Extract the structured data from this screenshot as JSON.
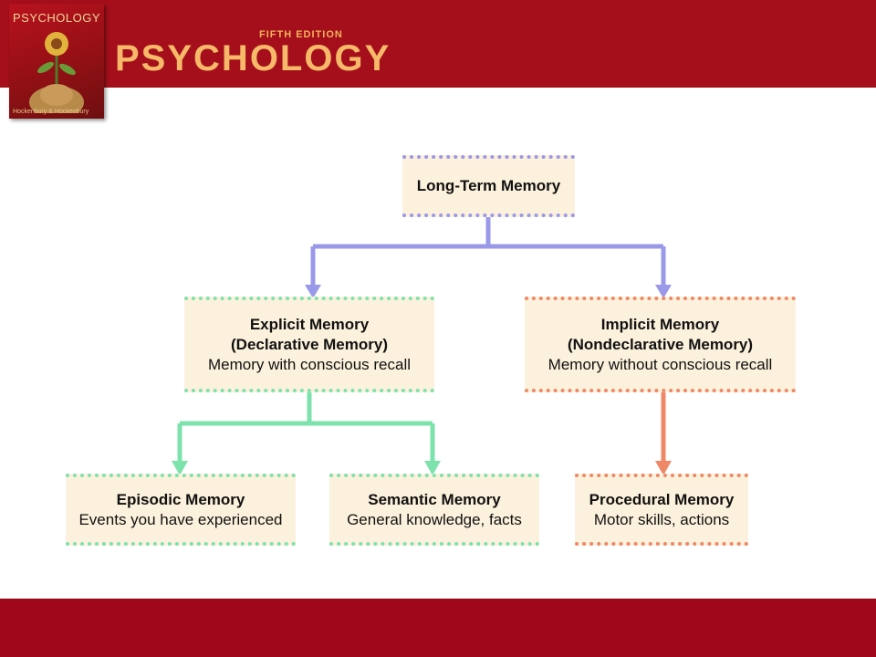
{
  "header": {
    "edition": "FIFTH EDITION",
    "brand": "PSYCHOLOGY",
    "cover_title": "PSYCHOLOGY",
    "cover_authors": "Hockenbury & Hockenbury",
    "colors": {
      "header": "#a50f1b",
      "footer": "#a0071a",
      "brand_text": "#f6b869"
    }
  },
  "diagram": {
    "root": {
      "title": "Long-Term Memory"
    },
    "explicit": {
      "title": "Explicit Memory",
      "subtitle": "(Declarative Memory)",
      "desc": "Memory with conscious recall"
    },
    "implicit": {
      "title": "Implicit Memory",
      "subtitle": "(Nondeclarative Memory)",
      "desc": "Memory without conscious recall"
    },
    "episodic": {
      "title": "Episodic Memory",
      "desc": "Events you have experienced"
    },
    "semantic": {
      "title": "Semantic Memory",
      "desc": "General knowledge, facts"
    },
    "procedural": {
      "title": "Procedural Memory",
      "desc": "Motor skills, actions"
    },
    "colors": {
      "root": "#9a98e8",
      "explicit": "#7ee2ad",
      "implicit": "#ee8866",
      "box_fill": "#fcf1dc"
    }
  }
}
